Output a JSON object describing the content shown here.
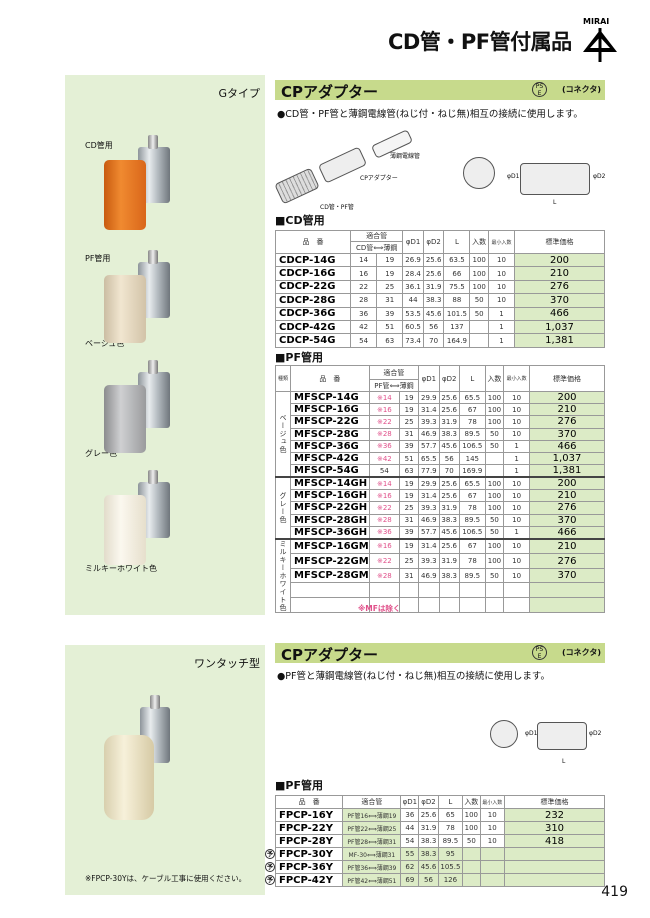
{
  "page_title": "CD管・PF管付属品",
  "logo_text": "MIRAI",
  "page_number": "419",
  "section1": {
    "type": "Gタイプ",
    "labels": {
      "cd": "CD管用",
      "pf": "PF管用",
      "beige": "ベージュ色",
      "gray": "グレー色",
      "white": "ミルキーホワイト色"
    },
    "header": "CPアダプター",
    "pse": "PS E",
    "kind": "(コネクタ)",
    "bullet": "●CD管・PF管と薄鋼電線管(ねじ付・ねじ無)相互の接続に使用します。",
    "diagram_labels": {
      "steel": "薄鋼電線管",
      "adapter": "CPアダプター",
      "cdpf": "CD管・PF管",
      "d1": "φD1",
      "d2": "φD2",
      "l": "L"
    },
    "cd_title": "■CD管用",
    "cd_headers": {
      "part": "品　番",
      "fit": "適合管",
      "cd": "CD管⟺薄鋼",
      "d1": "φD1",
      "d2": "φD2",
      "l": "L",
      "qty": "入数",
      "min": "最小入数",
      "price": "標準価格"
    },
    "cd_rows": [
      [
        "CDCP-14G",
        "14",
        "19",
        "26.9",
        "25.6",
        "63.5",
        "100",
        "10",
        "200"
      ],
      [
        "CDCP-16G",
        "16",
        "19",
        "28.4",
        "25.6",
        "66",
        "100",
        "10",
        "210"
      ],
      [
        "CDCP-22G",
        "22",
        "25",
        "36.1",
        "31.9",
        "75.5",
        "100",
        "10",
        "276"
      ],
      [
        "CDCP-28G",
        "28",
        "31",
        "44",
        "38.3",
        "88",
        "50",
        "10",
        "370"
      ],
      [
        "CDCP-36G",
        "36",
        "39",
        "53.5",
        "45.6",
        "101.5",
        "50",
        "1",
        "466"
      ],
      [
        "CDCP-42G",
        "42",
        "51",
        "60.5",
        "56",
        "137",
        "",
        "1",
        "1,037"
      ],
      [
        "CDCP-54G",
        "54",
        "63",
        "73.4",
        "70",
        "164.9",
        "",
        "1",
        "1,381"
      ]
    ],
    "pf_title": "■PF管用",
    "pf_headers": {
      "kind": "種類",
      "part": "品　番",
      "fit": "適合管",
      "pf": "PF管⟺薄鋼",
      "d1": "φD1",
      "d2": "φD2",
      "l": "L",
      "qty": "入数",
      "min": "最小入数",
      "price": "標準価格"
    },
    "pf_groups": [
      {
        "name": "ベージュ色",
        "rows": [
          [
            "MFSCP-14G",
            "※14",
            "19",
            "29.9",
            "25.6",
            "65.5",
            "100",
            "10",
            "200"
          ],
          [
            "MFSCP-16G",
            "※16",
            "19",
            "31.4",
            "25.6",
            "67",
            "100",
            "10",
            "210"
          ],
          [
            "MFSCP-22G",
            "※22",
            "25",
            "39.3",
            "31.9",
            "78",
            "100",
            "10",
            "276"
          ],
          [
            "MFSCP-28G",
            "※28",
            "31",
            "46.9",
            "38.3",
            "89.5",
            "50",
            "10",
            "370"
          ],
          [
            "MFSCP-36G",
            "※36",
            "39",
            "57.7",
            "45.6",
            "106.5",
            "50",
            "1",
            "466"
          ],
          [
            "MFSCP-42G",
            "※42",
            "51",
            "65.5",
            "56",
            "145",
            "",
            "1",
            "1,037"
          ],
          [
            "MFSCP-54G",
            "54",
            "63",
            "77.9",
            "70",
            "169.9",
            "",
            "1",
            "1,381"
          ]
        ]
      },
      {
        "name": "グレー色",
        "rows": [
          [
            "MFSCP-14GH",
            "※14",
            "19",
            "29.9",
            "25.6",
            "65.5",
            "100",
            "10",
            "200"
          ],
          [
            "MFSCP-16GH",
            "※16",
            "19",
            "31.4",
            "25.6",
            "67",
            "100",
            "10",
            "210"
          ],
          [
            "MFSCP-22GH",
            "※22",
            "25",
            "39.3",
            "31.9",
            "78",
            "100",
            "10",
            "276"
          ],
          [
            "MFSCP-28GH",
            "※28",
            "31",
            "46.9",
            "38.3",
            "89.5",
            "50",
            "10",
            "370"
          ],
          [
            "MFSCP-36GH",
            "※36",
            "39",
            "57.7",
            "45.6",
            "106.5",
            "50",
            "1",
            "466"
          ]
        ]
      },
      {
        "name": "ミルキーホワイト色",
        "rows": [
          [
            "MFSCP-16GM",
            "※16",
            "19",
            "31.4",
            "25.6",
            "67",
            "100",
            "10",
            "210"
          ],
          [
            "MFSCP-22GM",
            "※22",
            "25",
            "39.3",
            "31.9",
            "78",
            "100",
            "10",
            "276"
          ],
          [
            "MFSCP-28GM",
            "※28",
            "31",
            "46.9",
            "38.3",
            "89.5",
            "50",
            "10",
            "370"
          ],
          [
            "",
            "",
            "",
            "",
            "",
            "",
            "",
            "",
            ""
          ],
          [
            "",
            "",
            "",
            "",
            "",
            "",
            "",
            "",
            ""
          ]
        ]
      }
    ],
    "pf_note": "※MFは除く"
  },
  "section2": {
    "type": "ワンタッチ型",
    "header": "CPアダプター",
    "pse": "PS E",
    "kind": "(コネクタ)",
    "bullet": "●PF管と薄鋼電線管(ねじ付・ねじ無)相互の接続に使用します。",
    "diagram_labels": {
      "d1": "φD1",
      "d2": "φD2",
      "l": "L"
    },
    "pf_title": "■PF管用",
    "headers": {
      "part": "品　番",
      "fit": "適合管",
      "d1": "φD1",
      "d2": "φD2",
      "l": "L",
      "qty": "入数",
      "min": "最小入数",
      "price": "標準価格"
    },
    "rows": [
      {
        "mark": "",
        "cells": [
          "FPCP-16Y",
          "PF管16⟺薄鋼19",
          "36",
          "25.6",
          "65",
          "100",
          "10",
          "232"
        ]
      },
      {
        "mark": "",
        "cells": [
          "FPCP-22Y",
          "PF管22⟺薄鋼25",
          "44",
          "31.9",
          "78",
          "100",
          "10",
          "310"
        ]
      },
      {
        "mark": "",
        "cells": [
          "FPCP-28Y",
          "PF管28⟺薄鋼31",
          "54",
          "38.3",
          "89.5",
          "50",
          "10",
          "418"
        ]
      },
      {
        "mark": "予",
        "cells": [
          "FPCP-30Y",
          "MF-30⟺薄鋼31",
          "55",
          "38.3",
          "95",
          "",
          "",
          ""
        ]
      },
      {
        "mark": "予",
        "cells": [
          "FPCP-36Y",
          "PF管36⟺薄鋼39",
          "62",
          "45.6",
          "105.5",
          "",
          "",
          ""
        ]
      },
      {
        "mark": "予",
        "cells": [
          "FPCP-42Y",
          "PF管42⟺薄鋼51",
          "69",
          "56",
          "126",
          "",
          "",
          ""
        ]
      }
    ],
    "footnote": "※FPCP-30Yは、ケーブル工事に使用ください。"
  },
  "colors": {
    "panel": "#e4f0d6",
    "header": "#c7da8c",
    "price": "#dcebc6",
    "note": "#e0508a"
  }
}
